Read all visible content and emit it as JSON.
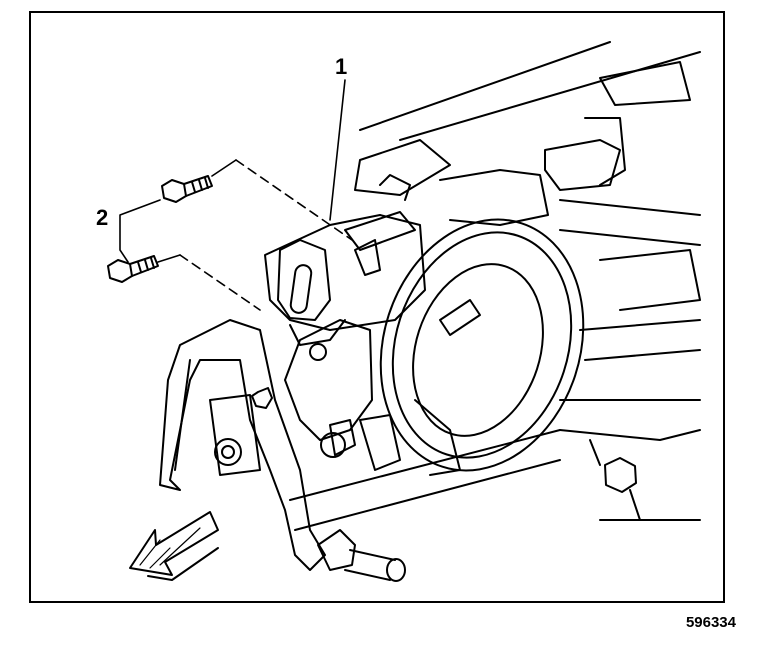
{
  "figure": {
    "callouts": [
      "1",
      "2"
    ],
    "figure_number": "596334"
  },
  "colors": {
    "line": "#000000",
    "background": "#ffffff"
  }
}
